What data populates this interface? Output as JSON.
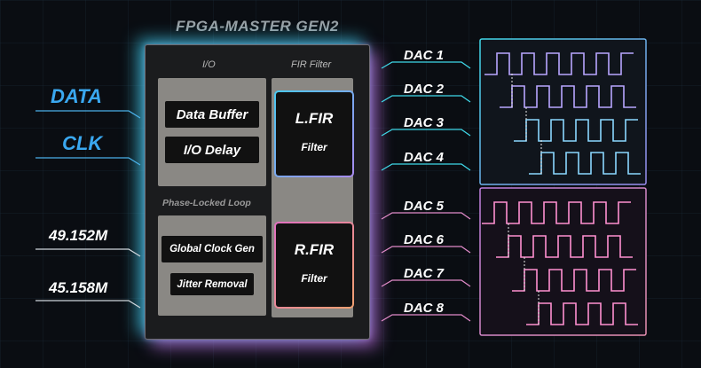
{
  "fpga": {
    "title": "FPGA-MASTER GEN2",
    "io_header": "I/O",
    "fir_header": "FIR Filter",
    "pll_header": "Phase-Locked Loop",
    "blocks": {
      "data_buffer": "Data Buffer",
      "io_delay": "I/O Delay",
      "global_clock_gen": "Global Clock Gen",
      "jitter_removal": "Jitter Removal"
    },
    "left_fir": {
      "title": "L.FIR",
      "sub": "Filter"
    },
    "right_fir": {
      "title": "R.FIR",
      "sub": "Filter"
    }
  },
  "inputs": {
    "data": "DATA",
    "clk": "CLK",
    "osc1": "49.152M",
    "osc2": "45.158M"
  },
  "dacs": [
    "DAC 1",
    "DAC 2",
    "DAC 3",
    "DAC 4",
    "DAC 5",
    "DAC 6",
    "DAC 7",
    "DAC 8"
  ],
  "colors": {
    "cyan": "#3fd8e8",
    "blue_text": "#3aa8f0",
    "pink": "#d870c0",
    "wave_top": "#b8a6ff",
    "wave_top_alt": "#8ad8ff",
    "wave_bottom": "#ff90d0"
  }
}
